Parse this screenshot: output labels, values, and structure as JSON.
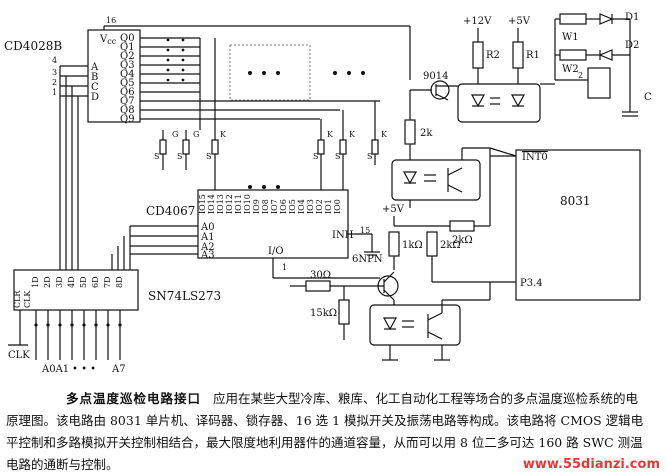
{
  "labels": {
    "cd4028": "CD4028B",
    "vcc": "V",
    "vcc_sub": "cc",
    "q_pins": [
      "Q0",
      "Q1",
      "Q2",
      "Q3",
      "Q4",
      "Q5",
      "Q6",
      "Q7",
      "Q8",
      "Q9"
    ],
    "abcd": [
      "A",
      "B",
      "C",
      "D"
    ],
    "pin16": "16",
    "cd4067": "CD4067",
    "io_pins": [
      "IO15",
      "IO14",
      "IO13",
      "IO12",
      "IO11",
      "IO10",
      "IO9",
      "IO8",
      "IO7",
      "IO6",
      "IO5",
      "IO4",
      "IO3",
      "IO2",
      "IO1",
      "IO0"
    ],
    "a_pins": [
      "A0",
      "A1",
      "A2",
      "A3"
    ],
    "inh": "INH",
    "io": "I/O",
    "pin15": "15",
    "pin1": "1",
    "sn74": "SN74LS273",
    "sn74_pins": [
      "1D",
      "2D",
      "3D",
      "4D",
      "5D",
      "6D",
      "7D",
      "8D"
    ],
    "clr": "CLR",
    "clk": "CLK",
    "clk_bottom": "CLK",
    "a0a1": "A0A1",
    "a7": "A7",
    "dots": "• • •",
    "mcu": "8031",
    "int0": "INT0",
    "p34": "P3.4",
    "v12": "+12V",
    "v5a": "+5V",
    "v5b": "+5V",
    "r2": "R2",
    "r1": "R1",
    "t9014": "9014",
    "r2k_left": "2k",
    "w1": "W1",
    "w2": "W2",
    "d1": "D1",
    "d2": "D2",
    "c": "C",
    "pin2": "2",
    "r1k": "1kΩ",
    "r2k_a": "2kΩ",
    "r2k_b": "2kΩ",
    "r30": "30Ω",
    "r15k": "15kΩ",
    "npn": "6NPN",
    "k": "K",
    "s": "S",
    "g": "G"
  },
  "caption": {
    "title": "多点温度巡检电路接口",
    "body": "应用在某些大型冷库、粮库、化工自动化工程等场合的多点温度巡检系统的电原理图。该电路由 8031 单片机、译码器、锁存器、16 选 1 模拟开关及振荡电路等构成。该电路将 CMOS 逻辑电平控制和多路模拟开关控制相结合，最大限度地利用器件的通道容量，从而可以用 8 位二多可达 160 路 SWC 测温电路的通断与控制。"
  },
  "watermark": "www.55dianzi.com"
}
